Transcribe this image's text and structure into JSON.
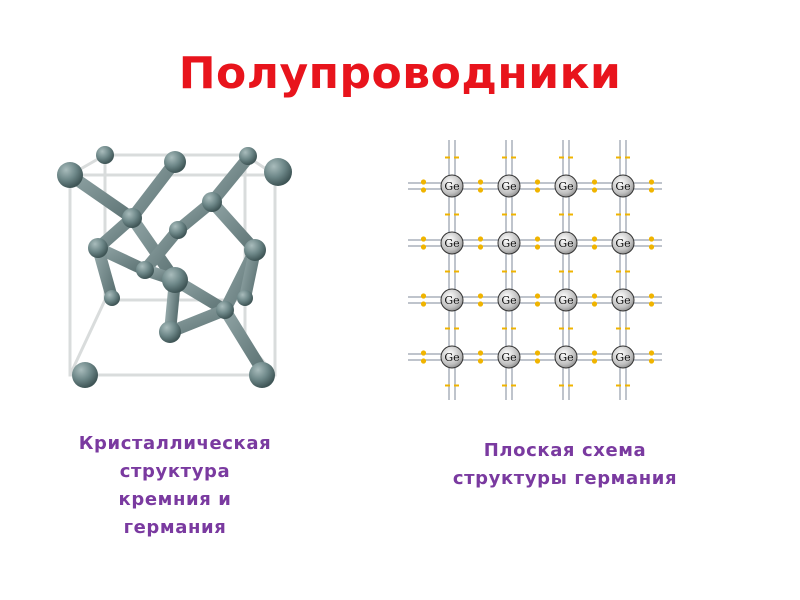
{
  "slide": {
    "title": "Полупроводники",
    "left_caption": [
      "Кристаллическая",
      "структура",
      "кремния и",
      "германия"
    ],
    "right_caption": [
      "Плоская схема",
      "структуры германия"
    ]
  },
  "lattice": {
    "atom_label": "Ge",
    "electron_mark": "--",
    "rows": 4,
    "cols": 4
  },
  "colors": {
    "title": "#e8141c",
    "caption": "#7a3aa0",
    "crystal_atom": "#6f8b8c",
    "electron": "#f0b400",
    "bond_line": "#7f8a99"
  }
}
